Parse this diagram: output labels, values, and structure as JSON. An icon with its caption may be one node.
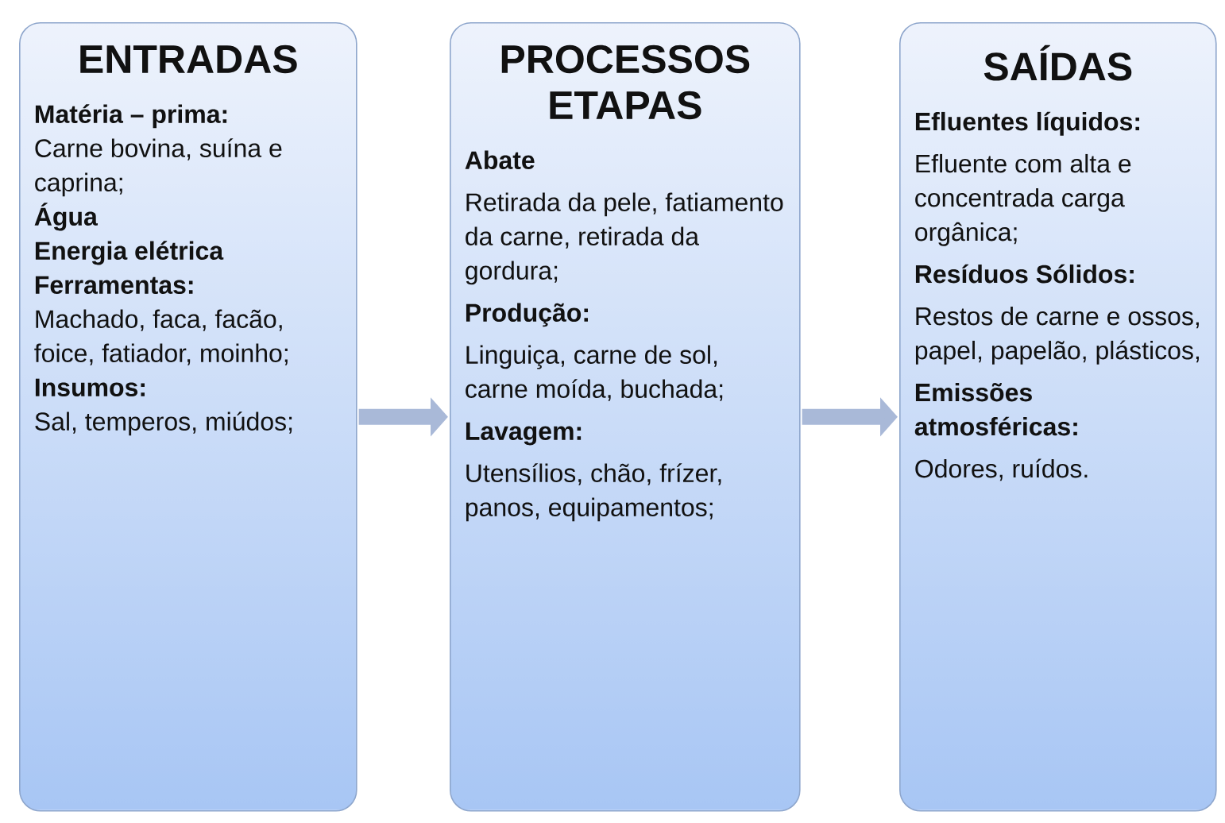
{
  "diagram": {
    "nodes": [
      {
        "text": [
          "ENTRADAS",
          "Matéria – prima:",
          "Carne bovina, suína e caprina;",
          "Água",
          "Energia elétrica",
          "Ferramentas:",
          "Machado, faca, facão, foice, fatiador, moinho;",
          "Insumos:",
          "Sal, temperos, miúdos;"
        ]
      },
      {
        "text": [
          "PROCESSOS ETAPAS",
          "Abate",
          "Retirada da pele, fatiamento da carne, retirada da gordura;",
          "Produção:",
          "Linguiça, carne de sol, carne moída, buchada;",
          "Lavagem:",
          "Utensílios, chão, frízer, panos, equipamentos;"
        ]
      },
      {
        "text": [
          "SAÍDAS",
          "Efluentes líquidos:",
          "Efluente com alta e concentrada carga orgânica;",
          "Resíduos Sólidos:",
          "Restos de carne e ossos, papel, papelão, plásticos,",
          "Emissões atmosféricas:",
          "Odores, ruídos."
        ]
      }
    ],
    "edges": [
      {
        "from": 0,
        "to": 1,
        "arrow": "to"
      },
      {
        "from": 1,
        "to": 2,
        "arrow": "to"
      }
    ]
  }
}
